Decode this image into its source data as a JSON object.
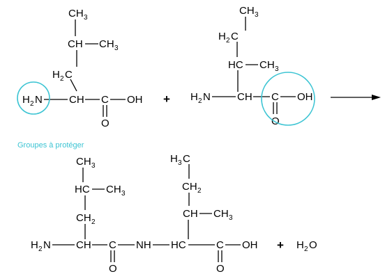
{
  "labels": {
    "ch3": "CH",
    "ch": "CH",
    "hc": "HC",
    "h2c": "H",
    "h3c": "H",
    "c_of_h2c": "C",
    "c_of_h3c": "C",
    "h2n": "H",
    "n_of_h2n": "N",
    "ch2": "CH",
    "c": "C",
    "o": "O",
    "oh": "OH",
    "nh": "NH",
    "h2o_h": "H",
    "h2o_o": "O",
    "sub2": "2",
    "sub3": "3",
    "plus": "+"
  },
  "annotation": "Groupes à protéger",
  "colors": {
    "highlight": "#3cc4d3",
    "ink": "#000000"
  }
}
